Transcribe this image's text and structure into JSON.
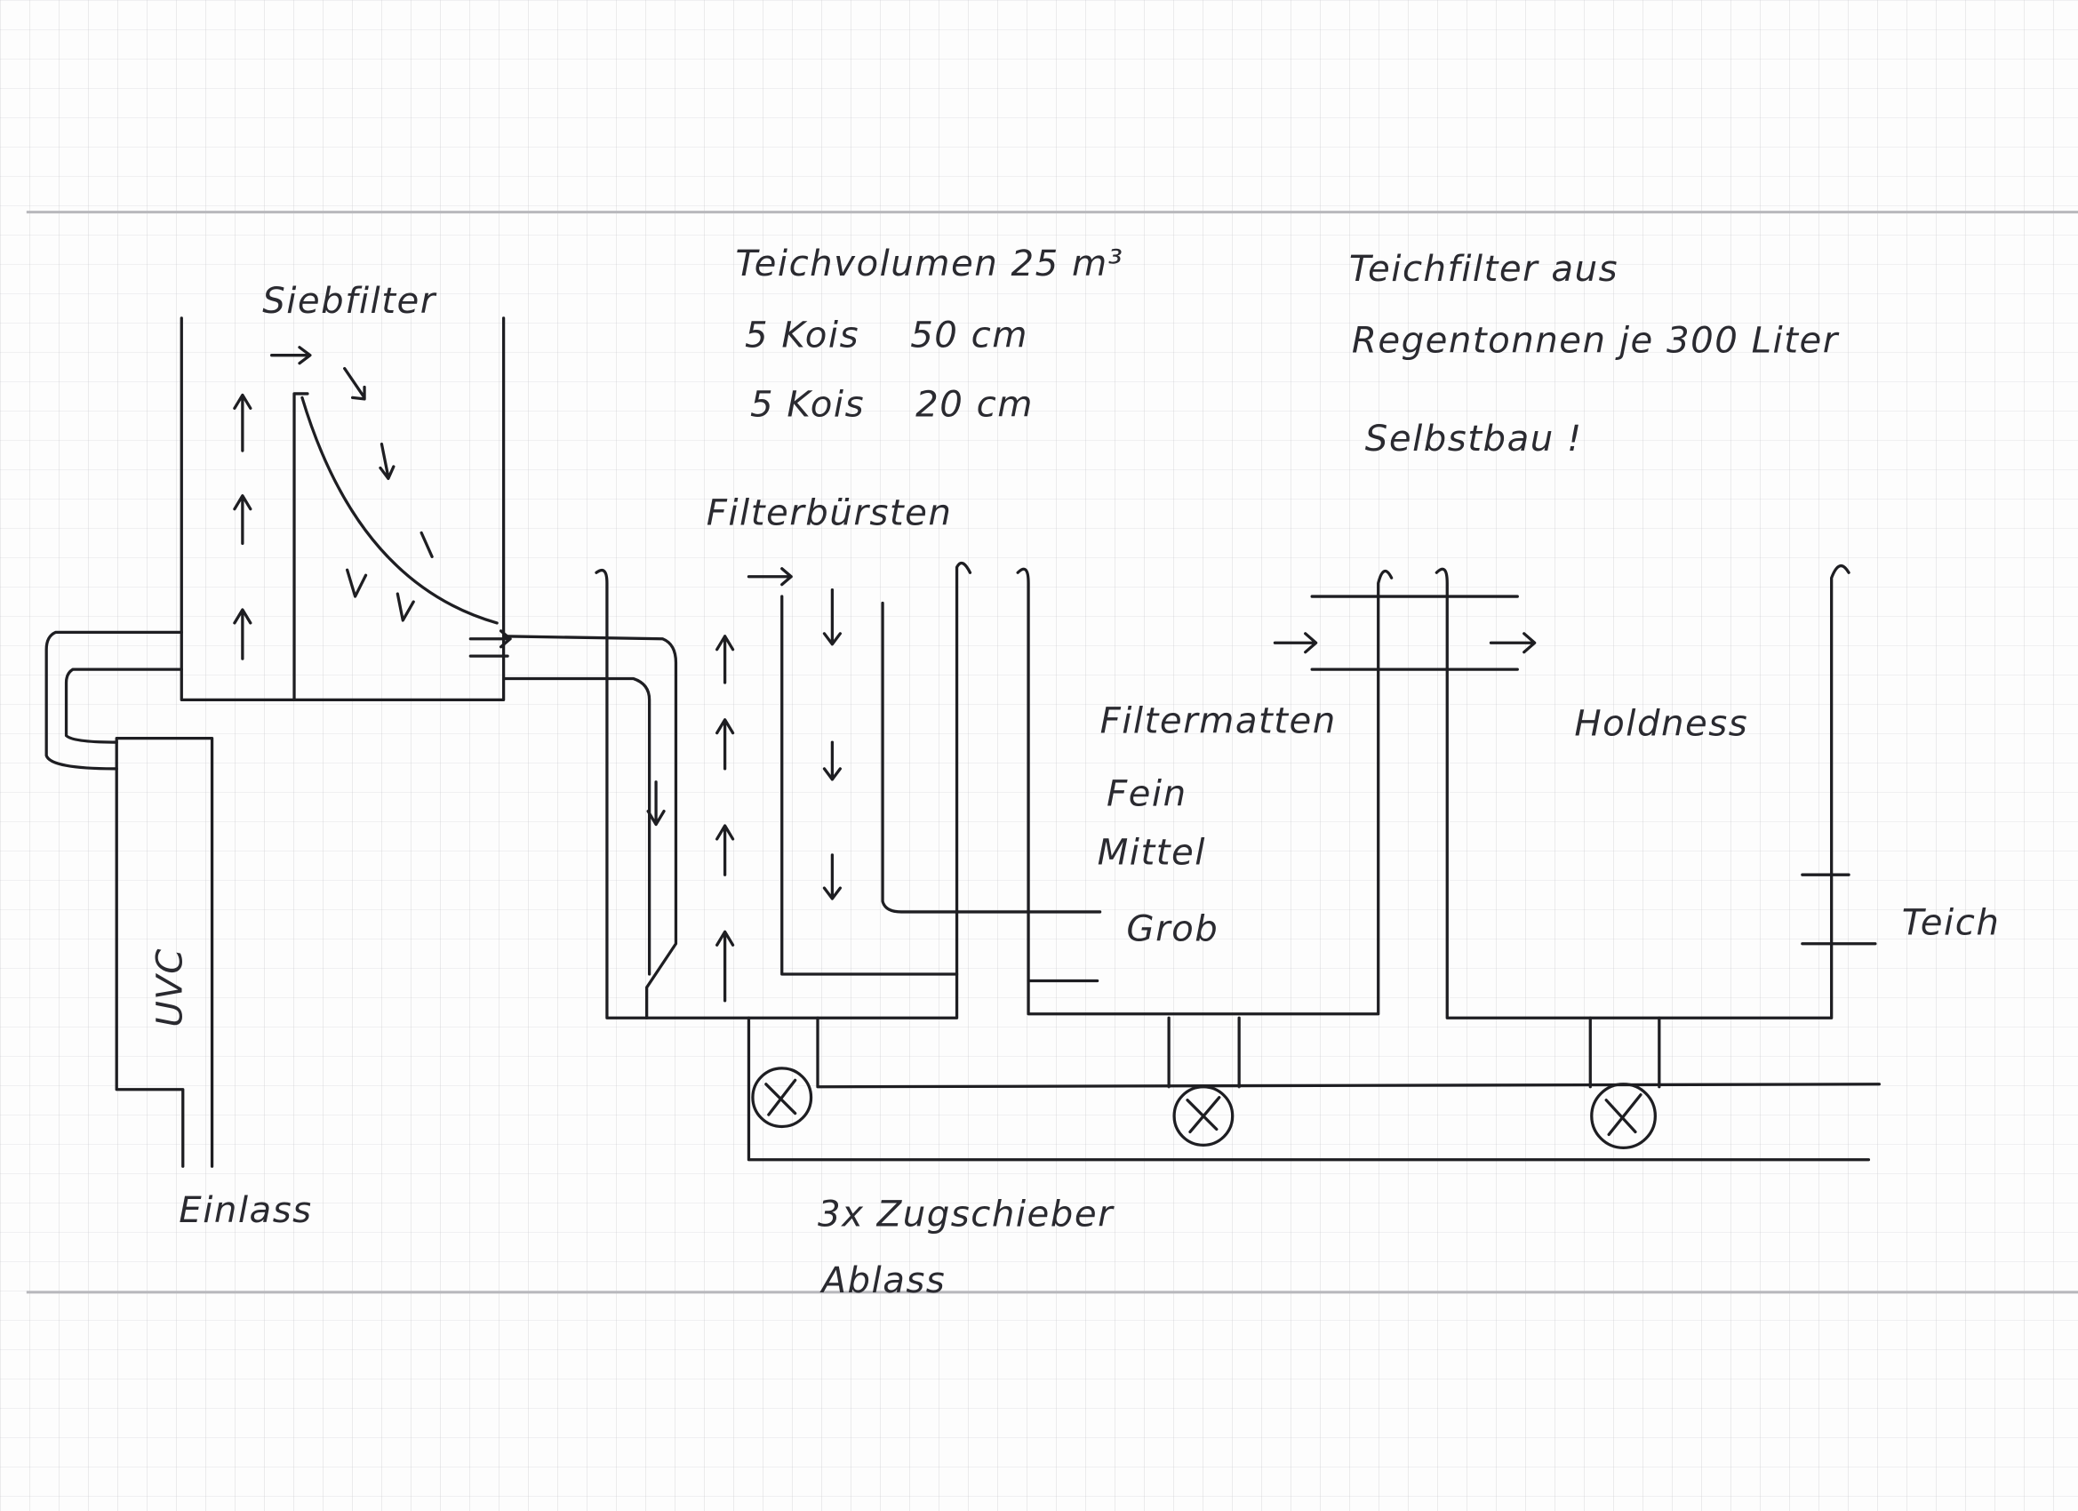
{
  "title_notes": {
    "pond_volume": "Teichvolumen 25 m³",
    "koi_line_1": "5 Kois    50 cm",
    "koi_line_2": "5 Kois    20 cm",
    "filter_from": "Teichfilter aus",
    "rain_barrels": "Regentonnen je 300 Liter",
    "self_build": "Selbstbau !"
  },
  "labels": {
    "sieve_filter": "Siebfilter",
    "filter_brushes": "Filterbürsten",
    "filter_mats": "Filtermatten",
    "fine": "Fein",
    "medium": "Mittel",
    "coarse": "Grob",
    "chamber_3": "Holdness",
    "pond": "Teich",
    "uvc": "UVC",
    "inlet": "Einlass",
    "slide_valves": "3x Zugschieber",
    "drain": "Ablass"
  },
  "colors": {
    "ink": "#1e1e22",
    "paper": "#fdfdfd",
    "rule": "#b8b8bc"
  }
}
